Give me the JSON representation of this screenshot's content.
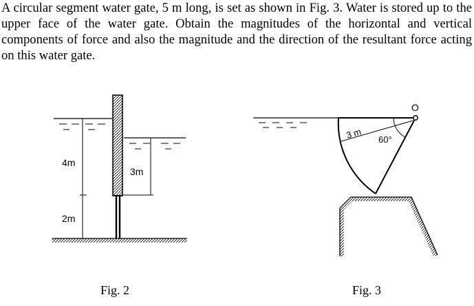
{
  "problem": {
    "text": "A circular segment water gate, 5 m long, is set as shown in Fig. 3. Water is stored up to the upper face of the water gate. Obtain the magnitudes of the horizontal and vertical components of force and also the magnitude and the direction of the resultant force acting on this water gate."
  },
  "fig2": {
    "caption": "Fig. 2",
    "dim_upstream_upper": "4m",
    "dim_upstream_lower": "2m",
    "dim_downstream": "3m"
  },
  "fig3": {
    "caption": "Fig. 3",
    "radius_label": "3 m",
    "angle_label": "60°",
    "pivot_label": "O"
  }
}
